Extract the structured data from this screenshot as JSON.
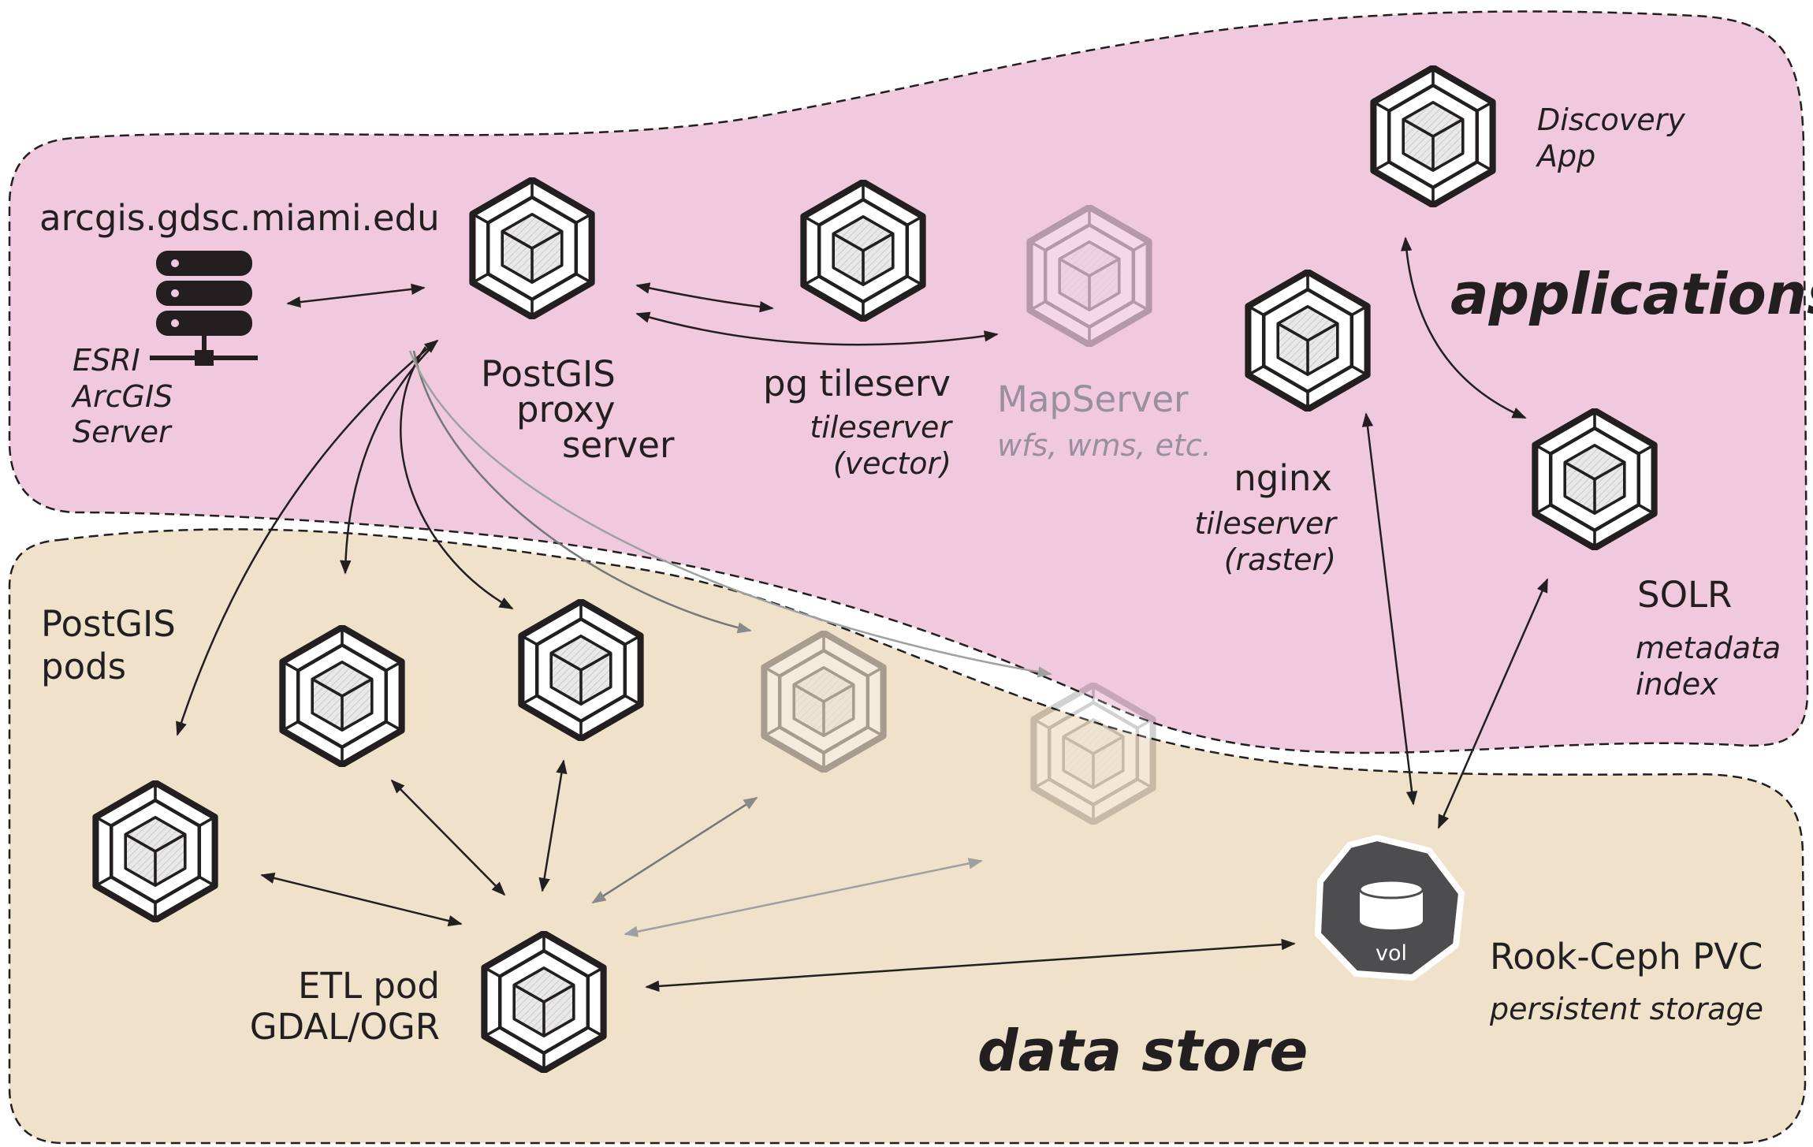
{
  "regions": {
    "applications_title": "applications",
    "datastore_title": "data store"
  },
  "server": {
    "hostname": "arcgis.gdsc.miami.edu",
    "caption_lines": [
      "ESRI",
      "ArcGIS",
      "Server"
    ],
    "icon": "server-stack-icon"
  },
  "nodes": {
    "postgis_proxy": {
      "lines": [
        "PostGIS",
        "proxy",
        "server"
      ],
      "icon": "kubernetes-pod-icon"
    },
    "pg_tileserv": {
      "name": "pg tileserv",
      "sub_lines": [
        "tileserver",
        "(vector)"
      ],
      "icon": "kubernetes-pod-icon"
    },
    "mapserver": {
      "name": "MapServer",
      "sub": "wfs, wms, etc.",
      "icon": "kubernetes-pod-icon"
    },
    "discovery": {
      "lines": [
        "Discovery",
        "App"
      ],
      "icon": "kubernetes-pod-icon"
    },
    "nginx": {
      "name": "nginx",
      "sub_lines": [
        "tileserver",
        "(raster)"
      ],
      "icon": "kubernetes-pod-icon"
    },
    "solr": {
      "name": "SOLR",
      "sub_lines": [
        "metadata",
        "index"
      ],
      "icon": "kubernetes-pod-icon"
    },
    "postgis_pods": {
      "lines": [
        "PostGIS",
        "pods"
      ],
      "icon": "kubernetes-pod-icon"
    },
    "etl": {
      "lines": [
        "ETL pod",
        "GDAL/OGR"
      ],
      "icon": "kubernetes-pod-icon"
    },
    "rook_ceph": {
      "name": "Rook-Ceph PVC",
      "sub": "persistent storage",
      "vol_label": "vol",
      "icon": "volume-icon"
    }
  },
  "colors": {
    "applications_fill": "#f0c9df",
    "datastore_fill": "#f0e1cb",
    "ink": "#231f20",
    "faded_ink": "#9a8f9c",
    "volume_fill": "#4d4d4f"
  }
}
